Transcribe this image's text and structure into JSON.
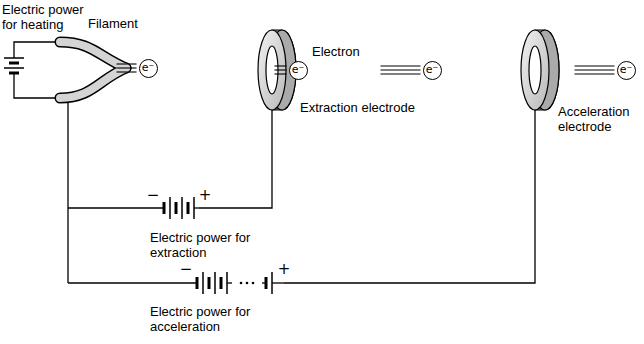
{
  "diagram": {
    "nodes": [
      {
        "text": [
          "e⁻"
        ]
      },
      {
        "text": [
          "e⁻"
        ]
      },
      {
        "text": [
          "e⁻"
        ]
      },
      {
        "text": [
          "e⁻"
        ]
      }
    ],
    "labels": [
      "Electric power for heating",
      "Filament",
      "Electron",
      "Extraction electrode",
      "Acceleration electrode",
      "Electric power for extraction",
      "Electric power for acceleration",
      "−",
      "+",
      "−",
      "+"
    ]
  }
}
